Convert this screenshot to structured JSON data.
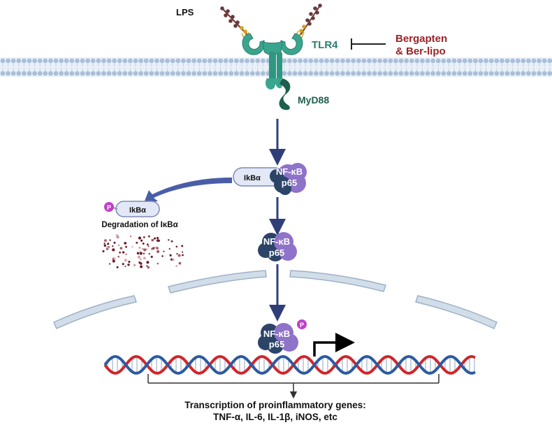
{
  "labels": {
    "lps": "LPS",
    "tlr4": "TLR4",
    "inhibitor_line1": "Bergapten",
    "inhibitor_line2": "& Ber-lipo",
    "myd88": "MyD88",
    "ikba": "IkBα",
    "ikba_phospho": "IkBα",
    "degradation": "Degradation of IκBα",
    "phospho_p": "P",
    "nfkb": "NF-κB",
    "p65": "p65",
    "transcription_line1": "Transcription of proinflammatory genes:",
    "transcription_line2": "TNF-α, IL-6, IL-1β, iNOS, etc"
  },
  "colors": {
    "tlr4_green": "#3aa58f",
    "tlr4_dark": "#2b7f6d",
    "inhibitor_red": "#9b2226",
    "myd88_green": "#1f5f4e",
    "arrow_navy": "#2e3f78",
    "degradation_arrow": "#4a5ea8",
    "ikba_fill": "#e3e8f7",
    "ikba_stroke": "#7d88b8",
    "nfkb_dark": "#2c4468",
    "p65_purple": "#8e73c9",
    "phospho_magenta": "#c040c8",
    "membrane_blue": "#a9bfd9",
    "nuclear_envelope": "#d1dde9",
    "dna_red": "#d0262b",
    "dna_blue": "#2c5aa0",
    "lps_brown": "#6a3a3a",
    "lps_gold": "#d8a21a"
  }
}
